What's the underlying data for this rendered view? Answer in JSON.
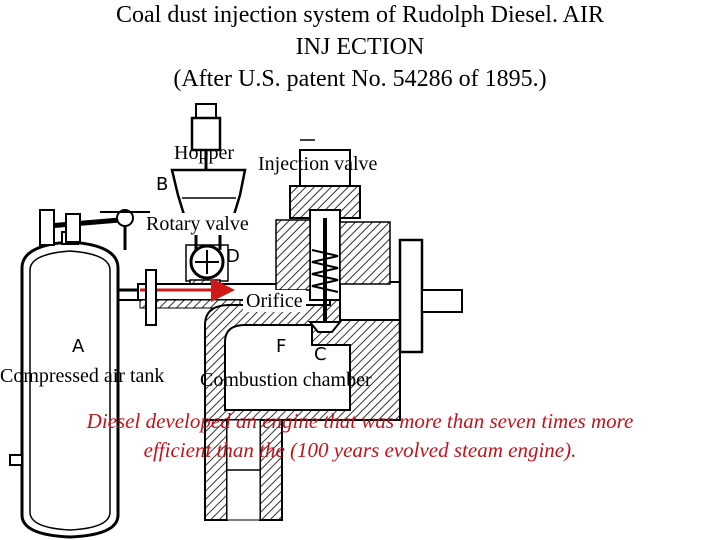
{
  "title": {
    "line1": "Coal dust injection system of Rudolph Diesel. AIR",
    "line2": "INJ ECTION",
    "line3": "(After U.S. patent No. 54286 of 1895.)"
  },
  "labels": {
    "hopper": "Hopper",
    "injection_valve": "Injection valve",
    "rotary_valve": "Rotary valve",
    "orifice": "Orifice",
    "compressed_air_tank": "Compressed air tank",
    "combustion_chamber": "Combustion chamber"
  },
  "letters": {
    "a": "A",
    "b": "B",
    "c": "C",
    "d": "D",
    "f": "F"
  },
  "caption": {
    "line1": "Diesel developed an engine that was more than seven times more",
    "line2": "efficient than the (100 years evolved steam engine)."
  },
  "colors": {
    "caption": "#c0141c",
    "flow_arrow": "#d01818",
    "hatch": "#444444"
  }
}
